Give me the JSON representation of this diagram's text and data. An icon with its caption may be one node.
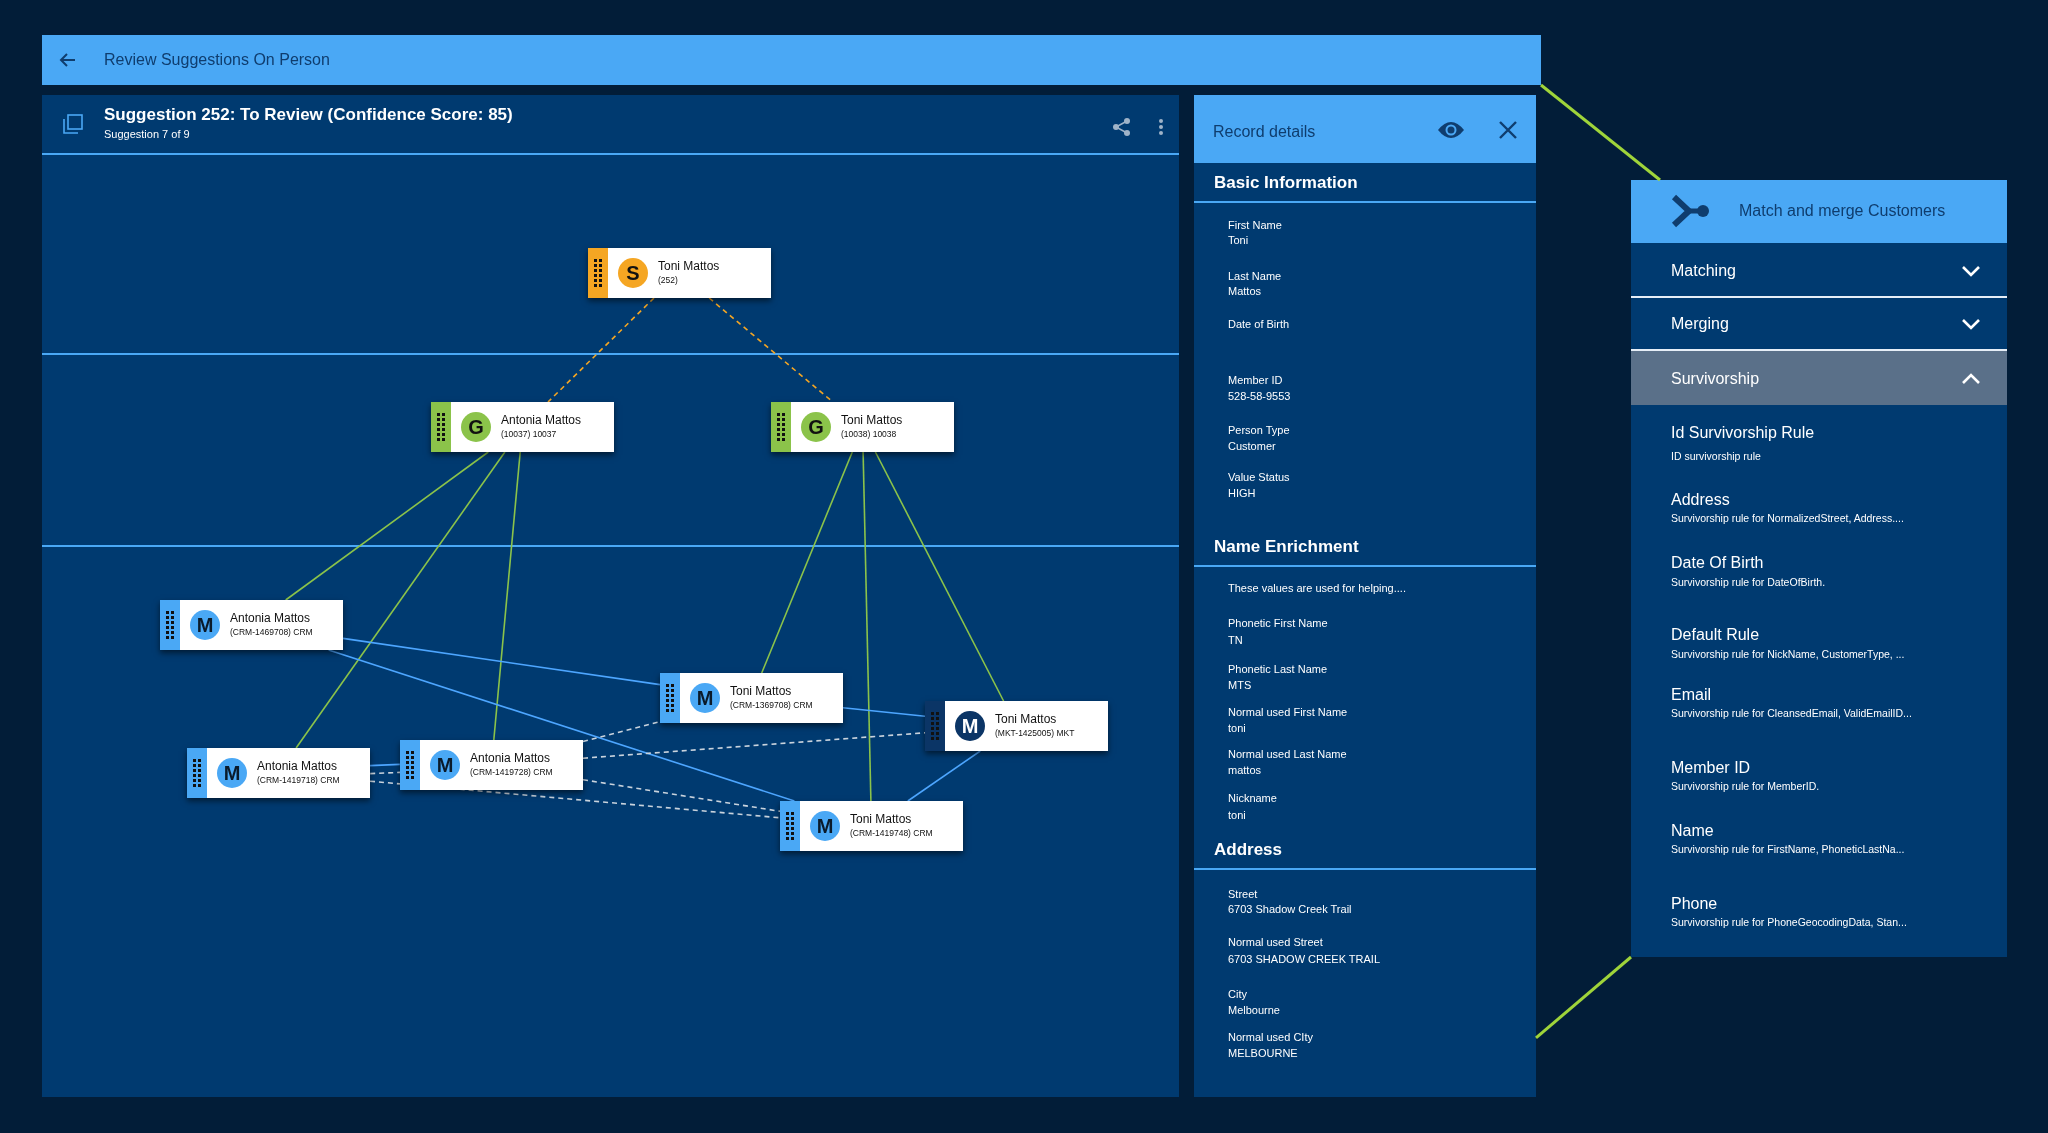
{
  "diagram": {
    "nodes": [
      {
        "text": [
          "Review Suggestions On Person"
        ]
      },
      {
        "text": [
          "Suggestion 252: To Review (Confidence Score: 85)",
          "Suggestion 7 of 9"
        ]
      },
      {
        "text": [
          "S",
          "Toni Mattos",
          "(252)"
        ],
        "in": 1
      },
      {
        "text": [
          "G",
          "Antonia Mattos",
          "(10037) 10037"
        ],
        "in": 1
      },
      {
        "text": [
          "G",
          "Toni Mattos",
          "(10038) 10038"
        ],
        "in": 1
      },
      {
        "text": [
          "M",
          "Antonia Mattos",
          "(CRM-1469708) CRM"
        ],
        "in": 1
      },
      {
        "text": [
          "M",
          "Toni Mattos",
          "(CRM-1369708) CRM"
        ],
        "in": 1
      },
      {
        "text": [
          "M",
          "Toni Mattos",
          "(MKT-1425005) MKT"
        ],
        "in": 1
      },
      {
        "text": [
          "M",
          "Antonia Mattos",
          "(CRM-1419728) CRM"
        ],
        "in": 1
      },
      {
        "text": [
          "M",
          "Antonia Mattos",
          "(CRM-1419718) CRM"
        ],
        "in": 1
      },
      {
        "text": [
          "M",
          "Toni Mattos",
          "(CRM-1419748) CRM"
        ],
        "in": 1
      },
      {
        "text": [
          "Record details",
          "Basic Information",
          "First Name",
          "Toni",
          "Last Name",
          "Mattos",
          "Date of Birth",
          "Member ID",
          "528-58-9553",
          "Person Type",
          "Customer",
          "Value Status",
          "HIGH",
          "Name Enrichment",
          "These values are used for helping....",
          "Phonetic First Name",
          "TN",
          "Phonetic Last Name",
          "MTS",
          "Normal used First Name",
          "toni",
          "Normal used Last Name",
          "mattos",
          "Nickname",
          "toni",
          "Address",
          "Street",
          "6703 Shadow Creek Trail",
          "Normal used Street",
          "6703 SHADOW CREEK TRAIL",
          "City",
          "Melbourne",
          "Normal used CIty",
          "MELBOURNE"
        ]
      },
      {
        "text": [
          "Match and merge Customers",
          "Matching",
          "Merging",
          "Survivorship",
          "Id Survivorship Rule",
          "ID survivorship rule",
          "Address",
          "Survivorship rule for NormalizedStreet, Address....",
          "Date Of Birth",
          "Survivorship rule for DateOfBirth.",
          "Default Rule",
          "Survivorship rule for NickName, CustomerType, ...",
          "Email",
          "Survivorship rule for CleansedEmail, ValidEmailID...",
          "Member ID",
          "Survivorship rule for MemberID.",
          "Name",
          "Survivorship rule for FirstName, PhoneticLastNa...",
          "Phone",
          "Survivorship rule for PhoneGeocodingData, Stan..."
        ]
      }
    ],
    "edges": [
      {
        "from": 2,
        "to": 3,
        "arrow": "none",
        "style": "dashed",
        "color": "#f5a623"
      },
      {
        "from": 2,
        "to": 4,
        "arrow": "none",
        "style": "dashed",
        "color": "#f5a623"
      },
      {
        "from": 3,
        "to": 5,
        "arrow": "none",
        "color": "#8bc34a"
      },
      {
        "from": 3,
        "to": 9,
        "arrow": "none",
        "color": "#8bc34a"
      },
      {
        "from": 3,
        "to": 8,
        "arrow": "none",
        "color": "#8bc34a"
      },
      {
        "from": 4,
        "to": 6,
        "arrow": "none",
        "color": "#8bc34a"
      },
      {
        "from": 4,
        "to": 10,
        "arrow": "none",
        "color": "#8bc34a"
      },
      {
        "from": 4,
        "to": 7,
        "arrow": "none",
        "color": "#8bc34a"
      },
      {
        "from": 5,
        "to": 6,
        "arrow": "none",
        "color": "#4da6ff"
      },
      {
        "from": 5,
        "to": 10,
        "arrow": "none",
        "color": "#4da6ff"
      },
      {
        "from": 6,
        "to": 7,
        "arrow": "none",
        "color": "#4da6ff"
      },
      {
        "from": 7,
        "to": 10,
        "arrow": "none",
        "color": "#4da6ff"
      },
      {
        "from": 9,
        "to": 8,
        "arrow": "none",
        "color": "#4da6ff"
      },
      {
        "from": 8,
        "to": 6,
        "arrow": "none",
        "style": "dashed",
        "color": "#c9d3dd"
      },
      {
        "from": 8,
        "to": 7,
        "arrow": "none",
        "style": "dashed",
        "color": "#c9d3dd"
      },
      {
        "from": 8,
        "to": 10,
        "arrow": "none",
        "style": "dashed",
        "color": "#c9d3dd"
      },
      {
        "from": 9,
        "to": 10,
        "arrow": "none",
        "style": "dashed",
        "color": "#c9d3dd"
      },
      {
        "from": 9,
        "to": 8,
        "arrow": "none",
        "style": "dashed",
        "color": "#c9d3dd"
      },
      {
        "from": 0,
        "to": 12,
        "arrow": "none",
        "color": "#9fd43a"
      },
      {
        "from": 11,
        "to": 12,
        "arrow": "none",
        "color": "#9fd43a"
      }
    ]
  }
}
